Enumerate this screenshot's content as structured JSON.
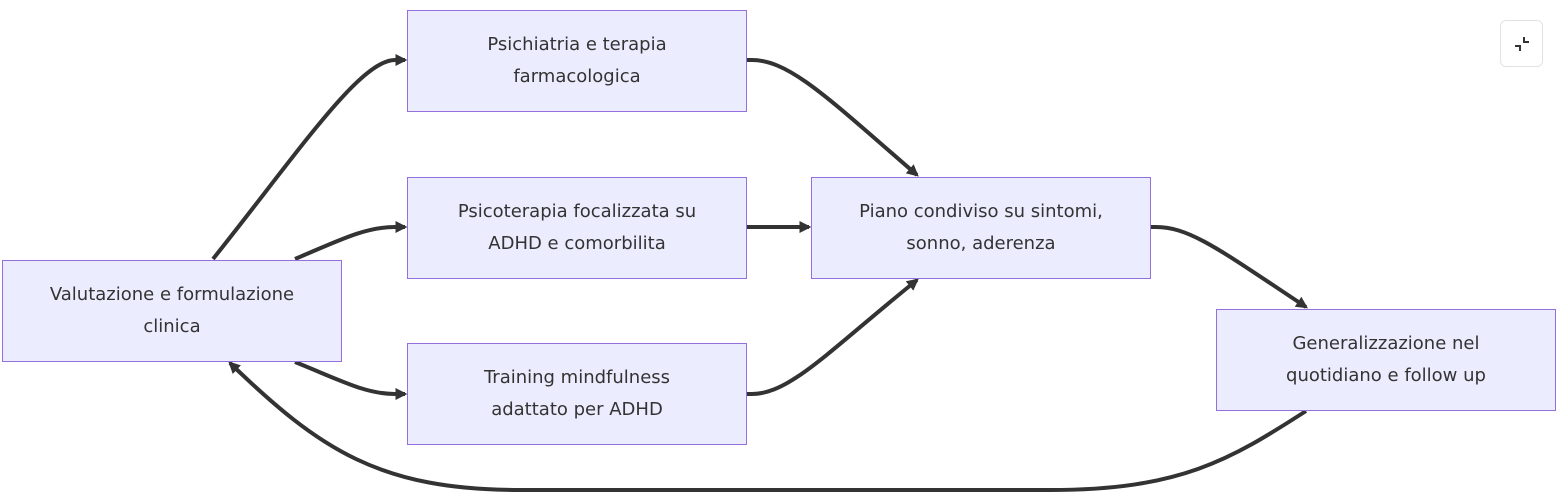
{
  "diagram": {
    "type": "flowchart",
    "direction": "LR",
    "colors": {
      "node_fill": "#ececff",
      "node_border": "#9370db",
      "text": "#333333",
      "edge": "#333333"
    },
    "nodes": {
      "valutazione": {
        "lines": [
          "Valutazione e formulazione",
          "clinica"
        ]
      },
      "psichiatria": {
        "lines": [
          "Psichiatria e terapia",
          "farmacologica"
        ]
      },
      "psicoterapia": {
        "lines": [
          "Psicoterapia focalizzata su",
          "ADHD e comorbilita"
        ]
      },
      "training": {
        "lines": [
          "Training mindfulness",
          "adattato per ADHD"
        ]
      },
      "piano": {
        "lines": [
          "Piano condiviso su sintomi,",
          "sonno, aderenza"
        ]
      },
      "generalizzazione": {
        "lines": [
          "Generalizzazione nel",
          "quotidiano e follow up"
        ]
      }
    },
    "edges": [
      {
        "from": "valutazione",
        "to": "psichiatria"
      },
      {
        "from": "valutazione",
        "to": "psicoterapia"
      },
      {
        "from": "valutazione",
        "to": "training"
      },
      {
        "from": "psichiatria",
        "to": "piano"
      },
      {
        "from": "psicoterapia",
        "to": "piano"
      },
      {
        "from": "training",
        "to": "piano"
      },
      {
        "from": "piano",
        "to": "generalizzazione"
      },
      {
        "from": "generalizzazione",
        "to": "valutazione"
      }
    ]
  },
  "toolbar": {
    "collapse_icon": "collapse-icon"
  }
}
